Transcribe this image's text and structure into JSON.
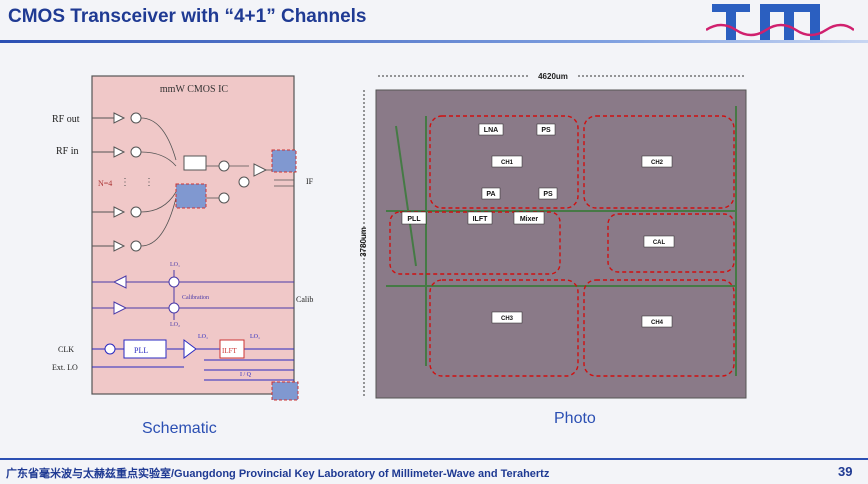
{
  "slide": {
    "title": "CMOS Transceiver with “4+1” Channels",
    "footer": "广东省毫米波与太赫兹重点实验室/Guangdong Provincial Key Laboratory of Millimeter-Wave and Terahertz",
    "page_number": "39",
    "colors": {
      "accent": "#1f3a93",
      "chip_bg": "#f0c8c8",
      "channel_box": "#d01010"
    }
  },
  "schematic": {
    "caption": "Schematic",
    "chip_title": "mmW CMOS IC",
    "rf_out": "RF out",
    "rf_in": "RF in",
    "n_label": "N=4",
    "if_label": "IF",
    "lo1": "LO₁",
    "lo2": "LO₂",
    "calibration": "Calibration",
    "calib_if": "Calib. IF",
    "clk": "CLK",
    "ext_lo": "Ext. LO",
    "pll": "PLL",
    "ilft": "ILFT",
    "lo_a": "LO₁",
    "lo_b": "LO₁",
    "iq": "I / Q"
  },
  "photo": {
    "caption": "Photo",
    "width_label": "4620um",
    "height_label": "3780um",
    "labels": {
      "lna": "LNA",
      "ps1": "PS",
      "ch1": "CH1",
      "pa": "PA",
      "ps2": "PS",
      "ch2": "CH2",
      "pll": "PLL",
      "ilft": "ILFT",
      "mixer": "Mixer",
      "cal": "CAL",
      "ch3": "CH3",
      "ch4": "CH4"
    }
  }
}
